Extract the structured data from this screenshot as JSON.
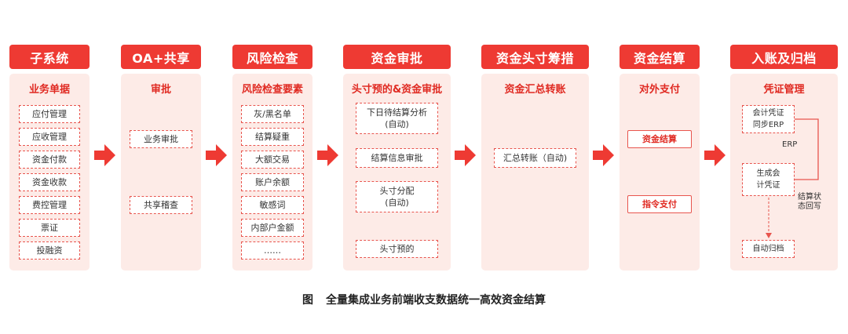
{
  "steps": [
    {
      "header": "子系统",
      "subtitle": "业务单据",
      "items": [
        "应付管理",
        "应收管理",
        "资金付款",
        "资金收款",
        "费控管理",
        "票证",
        "投融资"
      ]
    },
    {
      "header": "OA+共享",
      "subtitle": "审批",
      "items": [
        "业务审批",
        "共享稽查"
      ]
    },
    {
      "header": "风险检查",
      "subtitle": "风险检查要素",
      "items": [
        "灰/黑名单",
        "结算疑重",
        "大额交易",
        "账户余额",
        "敏感词",
        "内部户金额",
        "……"
      ]
    },
    {
      "header": "资金审批",
      "subtitle": "头寸预的&资金审批",
      "items": [
        {
          "line1": "下日待结算分析",
          "line2": "(自动)"
        },
        {
          "line1": "结算信息审批"
        },
        {
          "line1": "头寸分配",
          "line2": "(自动)"
        },
        {
          "line1": "头寸预的"
        }
      ]
    },
    {
      "header": "资金头寸筹措",
      "subtitle": "资金汇总转账",
      "items": [
        "汇总转账（自动)"
      ]
    },
    {
      "header": "资金结算",
      "subtitle": "对外支付",
      "items": [
        "资金结算",
        "指令支付"
      ]
    },
    {
      "header": "入账及归档",
      "subtitle": "凭证管理",
      "items": [
        {
          "line1": "会计凭证",
          "line2": "同步ERP"
        },
        {
          "line1": "生成会",
          "line2": "计凭证"
        },
        {
          "line1": "自动归档"
        }
      ],
      "erp_label": "ERP",
      "feedback_label": {
        "line1": "结算状",
        "line2": "态回写"
      }
    }
  ],
  "caption": {
    "prefix": "图",
    "title": "全量集成业务前端收支数据统一高效资金结算"
  },
  "colors": {
    "accent": "#ee3a33",
    "panel": "#fdebe7",
    "text": "#e02a22"
  },
  "icons": {
    "flow_arrow": "arrow-right-icon"
  }
}
